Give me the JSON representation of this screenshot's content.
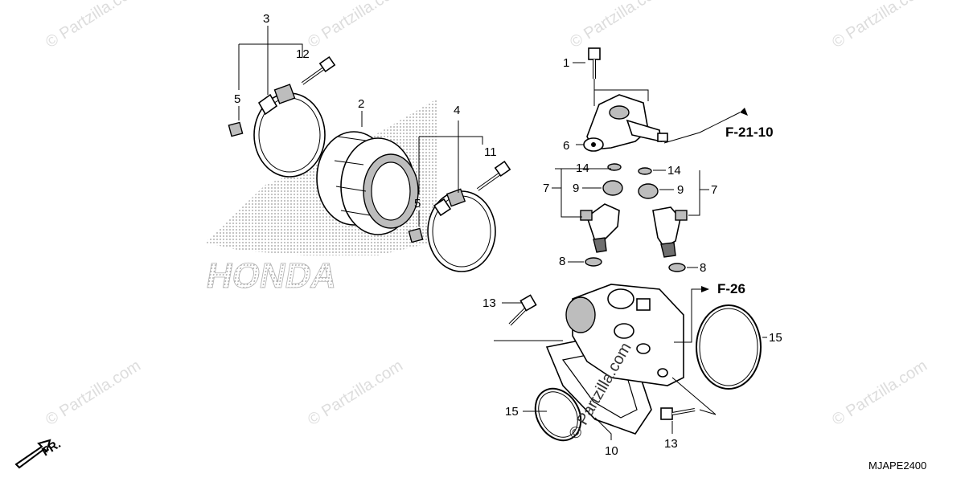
{
  "watermark": {
    "text": "© Partzilla.com",
    "color": "#dddddd"
  },
  "brand_logo": {
    "text": "HONDA"
  },
  "diagram_code": "MJAPE2400",
  "front_marker": {
    "text": "FR."
  },
  "references": {
    "fuel_rail_ref": "F-21-10",
    "intake_ref": "F-26"
  },
  "callouts": {
    "c1": "1",
    "c2": "2",
    "c3": "3",
    "c4": "4",
    "c5a": "5",
    "c5b": "5",
    "c6": "6",
    "c7a": "7",
    "c7b": "7",
    "c8a": "8",
    "c8b": "8",
    "c9a": "9",
    "c9b": "9",
    "c10": "10",
    "c11": "11",
    "c12": "12",
    "c13a": "13",
    "c13b": "13",
    "c14a": "14",
    "c14b": "14",
    "c15a": "15",
    "c15b": "15"
  }
}
